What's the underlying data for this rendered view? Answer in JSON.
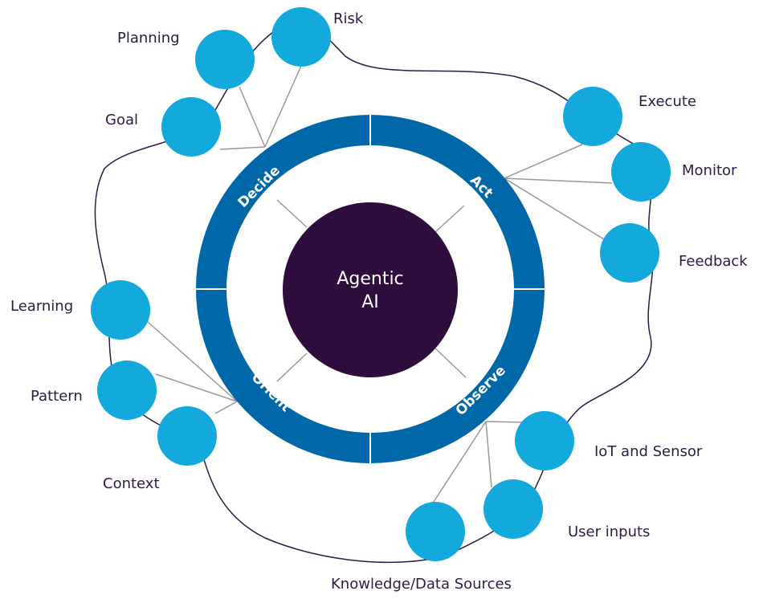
{
  "center": {
    "line1": "Agentic",
    "line2": "AI"
  },
  "segments": {
    "decide": "Decide",
    "act": "Act",
    "observe": "Observe",
    "orient": "Orient"
  },
  "nodes": {
    "risk": "Risk",
    "planning": "Planning",
    "goal": "Goal",
    "execute": "Execute",
    "monitor": "Monitor",
    "feedback": "Feedback",
    "learning": "Learning",
    "pattern": "Pattern",
    "context": "Context",
    "iot": "IoT and Sensor",
    "user_inputs": "User inputs",
    "knowledge": "Knowledge/Data Sources"
  },
  "colors": {
    "ring": "#0068a8",
    "center": "#2e0d3e",
    "node": "#14a9dd",
    "outline": "#2e1a47",
    "connector": "#999999"
  }
}
